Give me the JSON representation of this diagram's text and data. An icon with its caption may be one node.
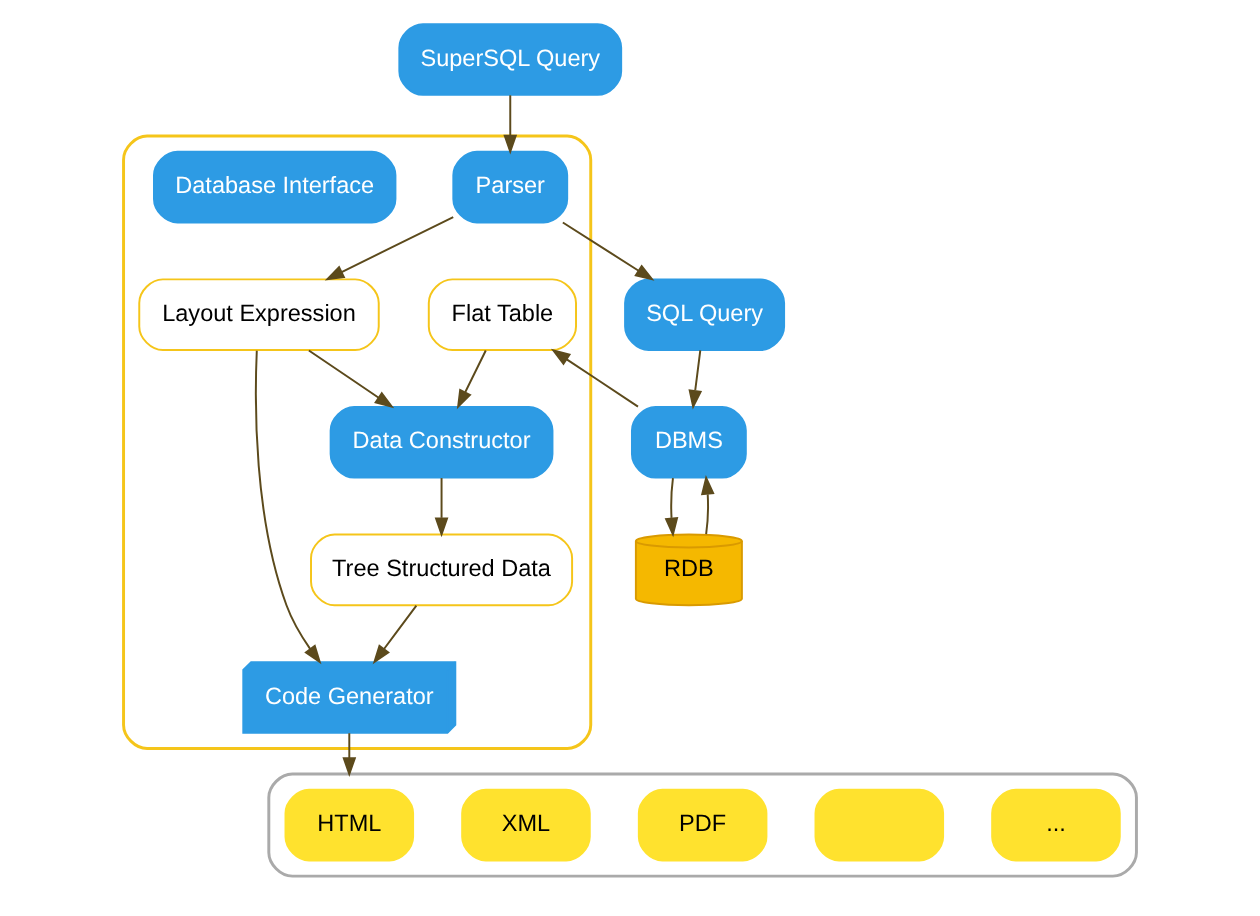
{
  "diagram": {
    "nodes": [
      {
        "text": [
          "SuperSQL Query"
        ]
      },
      {
        "text": [],
        "shape": "box"
      },
      {
        "text": [
          "Parser"
        ],
        "in": 1
      },
      {
        "text": [
          "SQL Query"
        ]
      },
      {
        "text": [
          "Database Interface"
        ],
        "in": 1
      },
      {
        "text": [
          "Data Constructor"
        ],
        "in": 1
      },
      {
        "text": [
          "Layout Expression"
        ],
        "in": 1
      },
      {
        "text": [
          "Tree Structured Data"
        ],
        "in": 1
      },
      {
        "text": [
          "Flat Table"
        ],
        "in": 1
      },
      {
        "text": [
          "DBMS"
        ]
      },
      {
        "text": [
          "Code Generator"
        ],
        "in": 1
      },
      {
        "text": [
          "RDB"
        ]
      },
      {
        "text": [],
        "shape": "box"
      },
      {
        "text": [
          "HTML"
        ],
        "in": 12
      },
      {
        "text": [
          "XML"
        ],
        "in": 12
      },
      {
        "text": [
          "PDF"
        ],
        "in": 12
      },
      {
        "text": [],
        "shape": "box",
        "in": 12
      },
      {
        "text": [
          "..."
        ],
        "in": 12
      }
    ],
    "edges": [
      {
        "from": 0,
        "to": 2,
        "arrow": "to"
      },
      {
        "from": 2,
        "to": 3,
        "arrow": "to"
      },
      {
        "from": 2,
        "to": 6,
        "arrow": "to"
      },
      {
        "from": 6,
        "to": 5,
        "arrow": "to"
      },
      {
        "from": 5,
        "to": 7,
        "arrow": "to"
      },
      {
        "from": 8,
        "to": 5,
        "arrow": "to"
      },
      {
        "from": 3,
        "to": 9,
        "arrow": "to"
      },
      {
        "from": 9,
        "to": 8,
        "arrow": "to"
      },
      {
        "from": 9,
        "to": 11,
        "arrow": "to"
      },
      {
        "from": 11,
        "to": 9,
        "arrow": "to"
      },
      {
        "from": 6,
        "to": 10,
        "arrow": "to"
      },
      {
        "from": 7,
        "to": 10,
        "arrow": "to"
      },
      {
        "from": 10,
        "to": 12,
        "arrow": "to"
      }
    ]
  }
}
